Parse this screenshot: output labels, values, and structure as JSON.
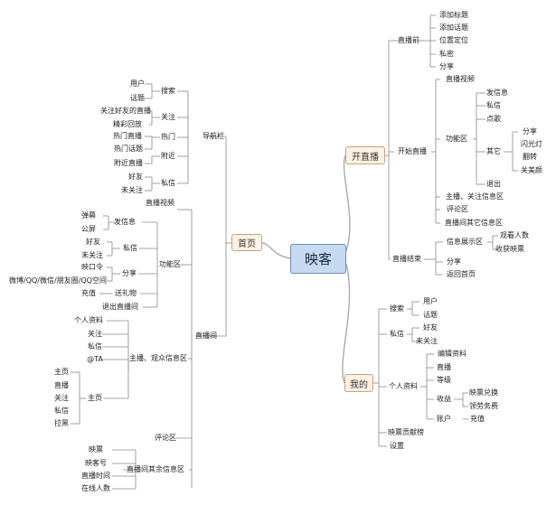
{
  "central": "映客",
  "sections": {
    "home": "首页",
    "live": "开直播",
    "me": "我的"
  },
  "labels": {
    "nav_bar": "导航栏",
    "search": "搜索",
    "search_user": "用户",
    "search_topic": "话题",
    "follow": "关注",
    "follow_friends_live": "关注好友的直播",
    "follow_replay": "精彩回放",
    "hot": "热门",
    "hot_live": "热门直播",
    "hot_topic": "热门话题",
    "nearby": "附近",
    "nearby_live": "附近直播",
    "dm": "私信",
    "dm_friend": "好友",
    "dm_unfollowed": "未关注",
    "live_room": "直播间",
    "live_video": "直播视频",
    "func_area": "功能区",
    "send_msg": "发信息",
    "barrage": "弹幕",
    "public_screen": "公屏",
    "room_dm": "私信",
    "room_dm_friend": "好友",
    "room_dm_unfollowed": "未关注",
    "share": "分享",
    "share_code": "映口令",
    "share_platforms": "微博/QQ/微信/朋友圈/QQ空间",
    "recharge": "充值",
    "send_gift": "送礼物",
    "exit_room": "退出直播间",
    "host_viewer_info": "主播、观众信息区",
    "profile": "个人资料",
    "info_follow": "关注",
    "info_dm": "私信",
    "at_ta": "@TA",
    "homepage": "主页",
    "hp_live": "直播",
    "hp_follow": "关注",
    "hp_dm": "私信",
    "hp_block": "拉黑",
    "hp_home": "主页",
    "comment_area": "评论区",
    "room_other_info": "直播间其余信息区",
    "ticket": "映票",
    "yk_id": "映客号",
    "live_time": "直播时间",
    "online_count": "在线人数",
    "pre_live": "直播前",
    "add_title": "添加标题",
    "add_topic": "添加话题",
    "location": "位置定位",
    "private": "私密",
    "pre_share": "分享",
    "start_live": "开始直播",
    "sl_live_video": "直播视频",
    "sl_func_area": "功能区",
    "sl_send_msg": "发信息",
    "sl_dm": "私信",
    "sl_song": "点歌",
    "sl_other": "其它",
    "sl_share": "分享",
    "sl_flash": "闪光灯",
    "sl_flip": "翻转",
    "sl_beauty": "关美颜",
    "sl_exit": "退出",
    "sl_host_info": "主播、关注信息区",
    "sl_comment": "评论区",
    "sl_other_info": "直播间其它信息区",
    "end_live": "直播结束",
    "info_display": "信息展示区",
    "viewer_count": "观看人数",
    "earned_tickets": "收获映票",
    "end_share": "分享",
    "back_home": "返回首页",
    "me_search": "搜索",
    "me_search_user": "用户",
    "me_search_topic": "话题",
    "me_dm": "私信",
    "me_dm_friend": "好友",
    "me_dm_unfollowed": "未关注",
    "personal_info": "个人资料",
    "edit_profile": "编辑资料",
    "pi_live": "直播",
    "level": "等级",
    "income": "收益",
    "ticket_exchange": "映票兑换",
    "claim_fee": "领劳务费",
    "account": "账户",
    "acc_recharge": "充值",
    "contribution_list": "映票贡献榜",
    "settings": "设置"
  }
}
